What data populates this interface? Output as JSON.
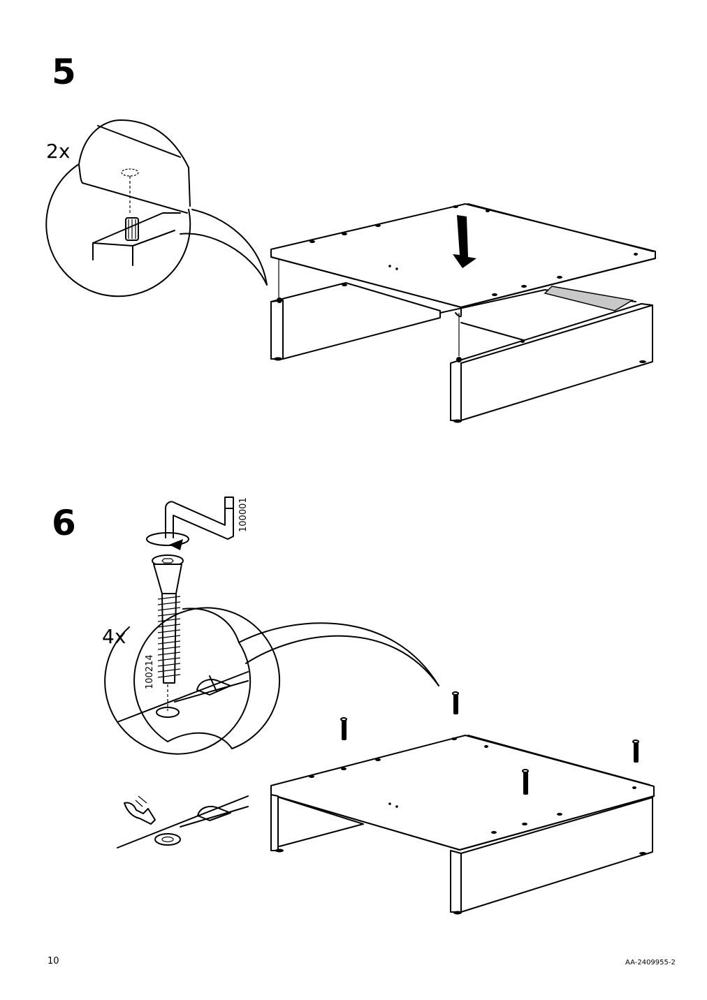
{
  "step5": {
    "number": "5",
    "quantity": "2x"
  },
  "step6": {
    "number": "6",
    "quantity": "4x",
    "tool_part_number": "100001",
    "screw_part_number": "100214"
  },
  "footer": {
    "page_number": "10",
    "document_code": "AA-2409955-2"
  },
  "icons": [
    "hand-touch-icon",
    "rotate-arrow-icon",
    "down-arrow-icon"
  ]
}
